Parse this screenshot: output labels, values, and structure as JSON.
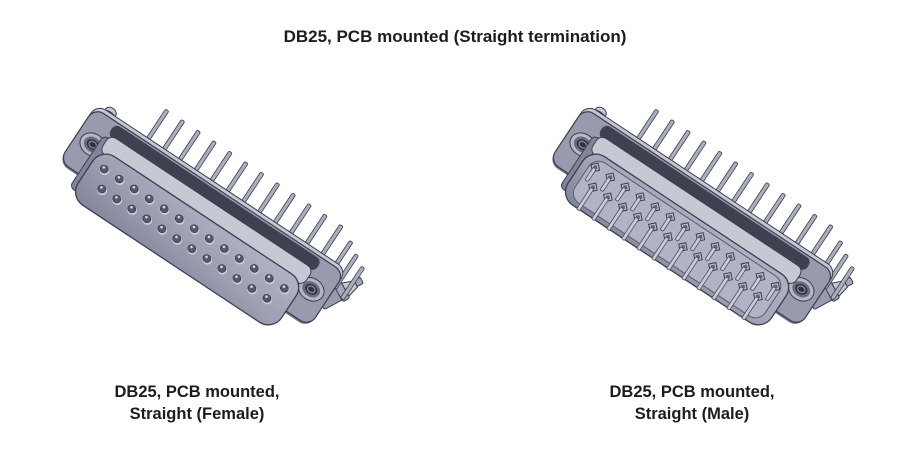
{
  "title": "DB25, PCB mounted (Straight termination)",
  "figures": [
    {
      "gender": "female",
      "caption_line1": "DB25, PCB mounted,",
      "caption_line2": "Straight (Female)",
      "contacts": {
        "top_row": 13,
        "bottom_row": 12
      },
      "pcb_pins_visible": {
        "top_row": 12,
        "right_end": 3
      }
    },
    {
      "gender": "male",
      "caption_line1": "DB25, PCB mounted,",
      "caption_line2": "Straight (Male)",
      "contacts": {
        "top_row": 13,
        "bottom_row": 12
      },
      "pcb_pins_visible": {
        "top_row": 12,
        "right_end": 3
      }
    }
  ],
  "palette": {
    "background": "#ffffff",
    "text": "#1c1c1c",
    "body_light": "#c6c8d4",
    "body_mid": "#a4a7ba",
    "body_flange": "#989bae",
    "body_dark": "#3e4150",
    "body_edge_dark": "#6e7184",
    "outline": "#3c3f4f",
    "hole_rim": "#ccced9",
    "hole_dark": "#565969",
    "hole_center": "#30333f",
    "pin": "#abaebd",
    "male_pin": "#c9cbd7",
    "recess": "#b1b4c5"
  }
}
